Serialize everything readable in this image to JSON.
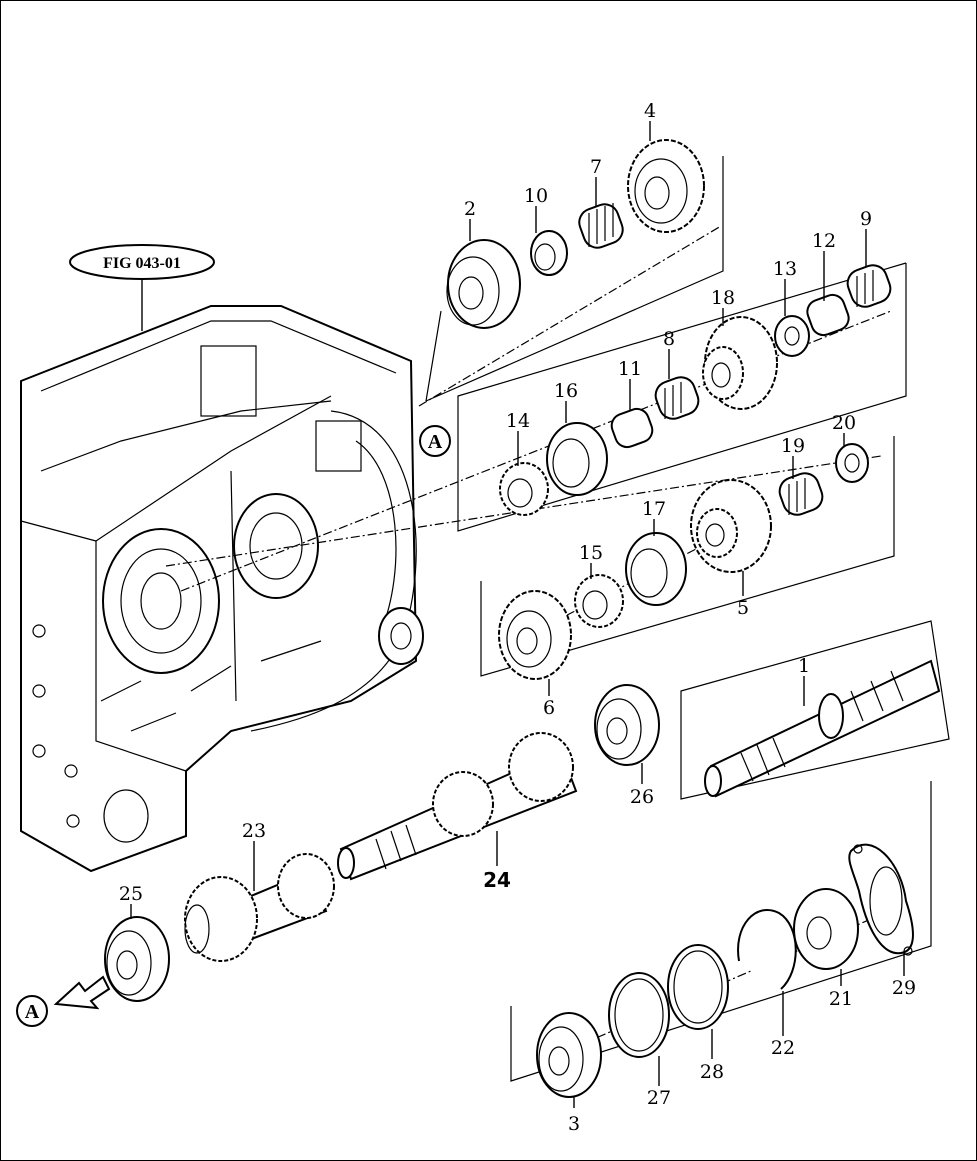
{
  "figure_ref": "FIG 043-01",
  "section_marker": "A",
  "callouts": [
    {
      "label": "1"
    },
    {
      "label": "2"
    },
    {
      "label": "3"
    },
    {
      "label": "4"
    },
    {
      "label": "5"
    },
    {
      "label": "6"
    },
    {
      "label": "7"
    },
    {
      "label": "8"
    },
    {
      "label": "9"
    },
    {
      "label": "10"
    },
    {
      "label": "11"
    },
    {
      "label": "12"
    },
    {
      "label": "13"
    },
    {
      "label": "14"
    },
    {
      "label": "15"
    },
    {
      "label": "16"
    },
    {
      "label": "17"
    },
    {
      "label": "18"
    },
    {
      "label": "19"
    },
    {
      "label": "20"
    },
    {
      "label": "21"
    },
    {
      "label": "22"
    },
    {
      "label": "23"
    },
    {
      "label": "24"
    },
    {
      "label": "25"
    },
    {
      "label": "26"
    },
    {
      "label": "27"
    },
    {
      "label": "28"
    },
    {
      "label": "29"
    }
  ]
}
